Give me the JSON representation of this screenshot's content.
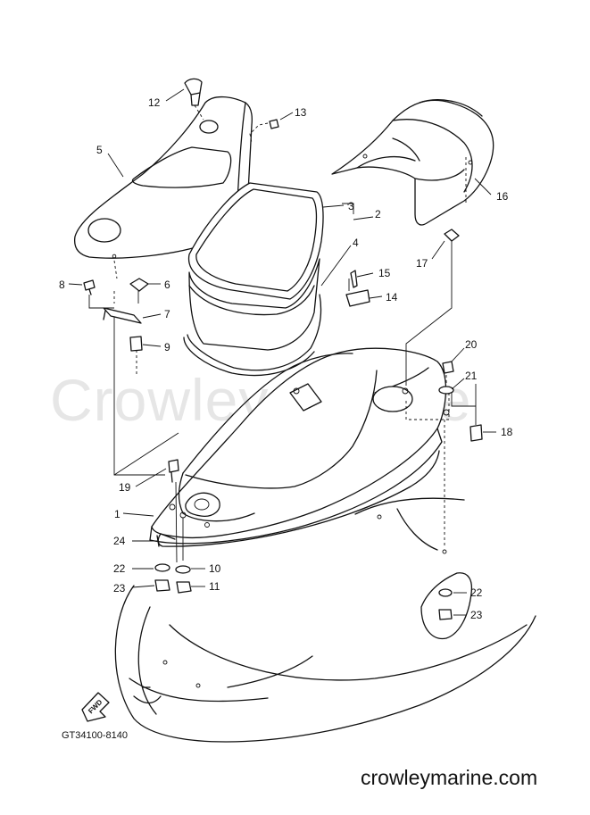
{
  "watermark": "Crowley Marine",
  "diagram_code": "GT34100-8140",
  "site_footer": "crowleymarine.com",
  "fwd_arrow_label": "FWD",
  "callouts": [
    {
      "id": "c12",
      "label": "12"
    },
    {
      "id": "c13",
      "label": "13"
    },
    {
      "id": "c5",
      "label": "5"
    },
    {
      "id": "c16",
      "label": "16"
    },
    {
      "id": "c3",
      "label": "3"
    },
    {
      "id": "c2",
      "label": "2"
    },
    {
      "id": "c4",
      "label": "4"
    },
    {
      "id": "c17",
      "label": "17"
    },
    {
      "id": "c15",
      "label": "15"
    },
    {
      "id": "c14",
      "label": "14"
    },
    {
      "id": "c8",
      "label": "8"
    },
    {
      "id": "c6",
      "label": "6"
    },
    {
      "id": "c7",
      "label": "7"
    },
    {
      "id": "c9",
      "label": "9"
    },
    {
      "id": "c20",
      "label": "20"
    },
    {
      "id": "c21",
      "label": "21"
    },
    {
      "id": "c18",
      "label": "18"
    },
    {
      "id": "c19",
      "label": "19"
    },
    {
      "id": "c1",
      "label": "1"
    },
    {
      "id": "c24",
      "label": "24"
    },
    {
      "id": "c22a",
      "label": "22"
    },
    {
      "id": "c10",
      "label": "10"
    },
    {
      "id": "c23a",
      "label": "23"
    },
    {
      "id": "c11",
      "label": "11"
    },
    {
      "id": "c22b",
      "label": "22"
    },
    {
      "id": "c23b",
      "label": "23"
    }
  ]
}
